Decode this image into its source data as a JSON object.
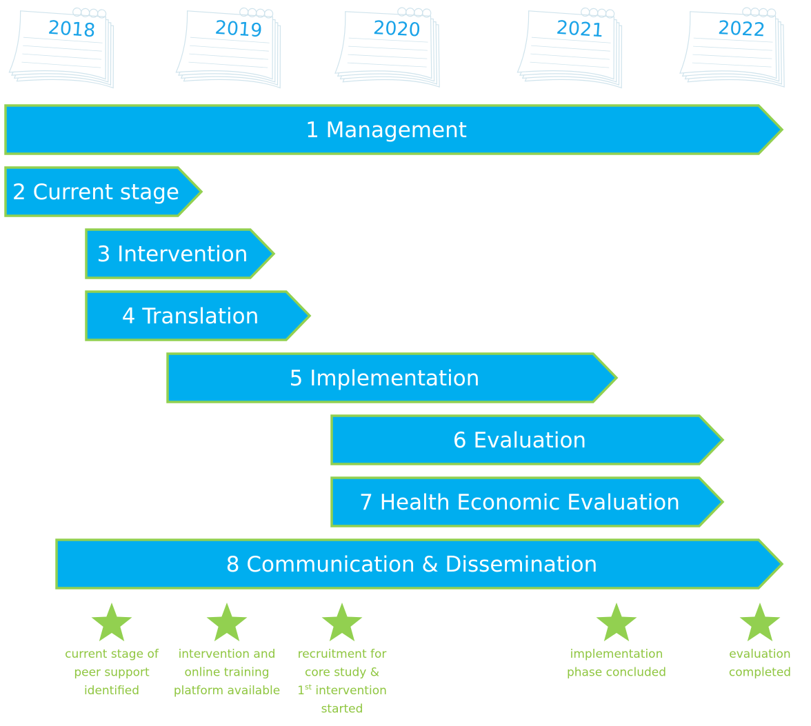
{
  "colors": {
    "bar_fill": "#00aeef",
    "bar_border": "#92d050",
    "bar_text": "#ffffff",
    "year_text": "#1aa3e8",
    "calendar_lines": "#cfe3ec",
    "star": "#92d050",
    "milestone_text": "#8fc640"
  },
  "years": [
    "2018",
    "2019",
    "2020",
    "2021",
    "2022"
  ],
  "bars": [
    {
      "label": "1 Management"
    },
    {
      "label": "2 Current stage"
    },
    {
      "label": "3 Intervention"
    },
    {
      "label": "4 Translation"
    },
    {
      "label": "5 Implementation"
    },
    {
      "label": "6 Evaluation"
    },
    {
      "label": "7 Health Economic Evaluation"
    },
    {
      "label": "8 Communication & Dissemination"
    }
  ],
  "milestones": [
    {
      "icon": "star-icon",
      "lines": [
        "current stage of",
        "peer support",
        "identified"
      ]
    },
    {
      "icon": "star-icon",
      "lines": [
        "intervention and",
        "online training",
        "platform available"
      ]
    },
    {
      "icon": "star-icon",
      "lines": [
        "recruitment for",
        "core study &",
        "1st intervention",
        "started"
      ],
      "superscript_line": 2,
      "superscript": "st",
      "superscript_base": "1",
      "superscript_rest": " intervention"
    },
    {
      "icon": "star-icon",
      "lines": [
        "implementation",
        "phase concluded"
      ]
    },
    {
      "icon": "star-icon",
      "lines": [
        "evaluation",
        "completed"
      ]
    }
  ]
}
